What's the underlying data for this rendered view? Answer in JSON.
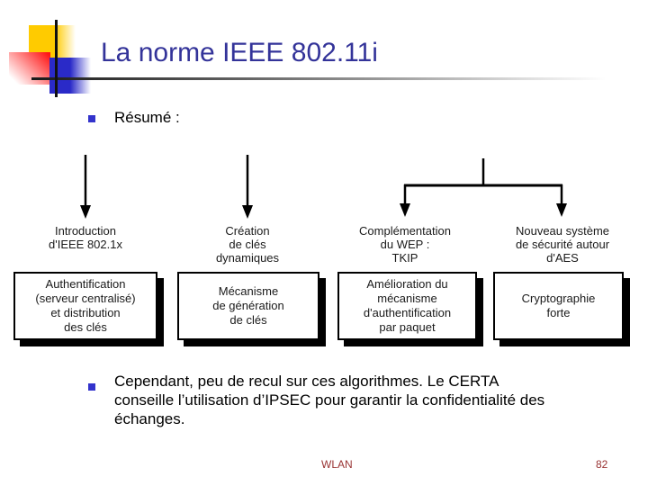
{
  "title": "La norme IEEE 802.11i",
  "bullets": {
    "resume": "Résumé :",
    "conclusion": "Cependant, peu de recul sur ces algorithmes. Le CERTA\nconseille l’utilisation d’IPSEC pour garantir la confidentialité des\néchanges."
  },
  "diagram": {
    "columns": [
      {
        "label": "Introduction\nd'IEEE 802.1x",
        "box": "Authentification\n(serveur centralisé)\net distribution\ndes clés"
      },
      {
        "label": "Création\nde clés\ndynamiques",
        "box": "Mécanisme\nde génération\nde clés"
      },
      {
        "label": "Complémentation\ndu WEP :\nTKIP",
        "box": "Amélioration du\nmécanisme\nd'authentification\npar paquet"
      },
      {
        "label": "Nouveau système\nde sécurité autour\nd'AES",
        "box": "Cryptographie\nforte"
      }
    ]
  },
  "footer": {
    "label": "WLAN",
    "page_number": "82"
  },
  "colors": {
    "title_text": "#333399",
    "bullet_square": "#3333cc",
    "footer_text": "#993333",
    "ornament_yellow": "#ffcb00",
    "ornament_red": "#ff1515",
    "ornament_blue": "#2a2ac8"
  }
}
